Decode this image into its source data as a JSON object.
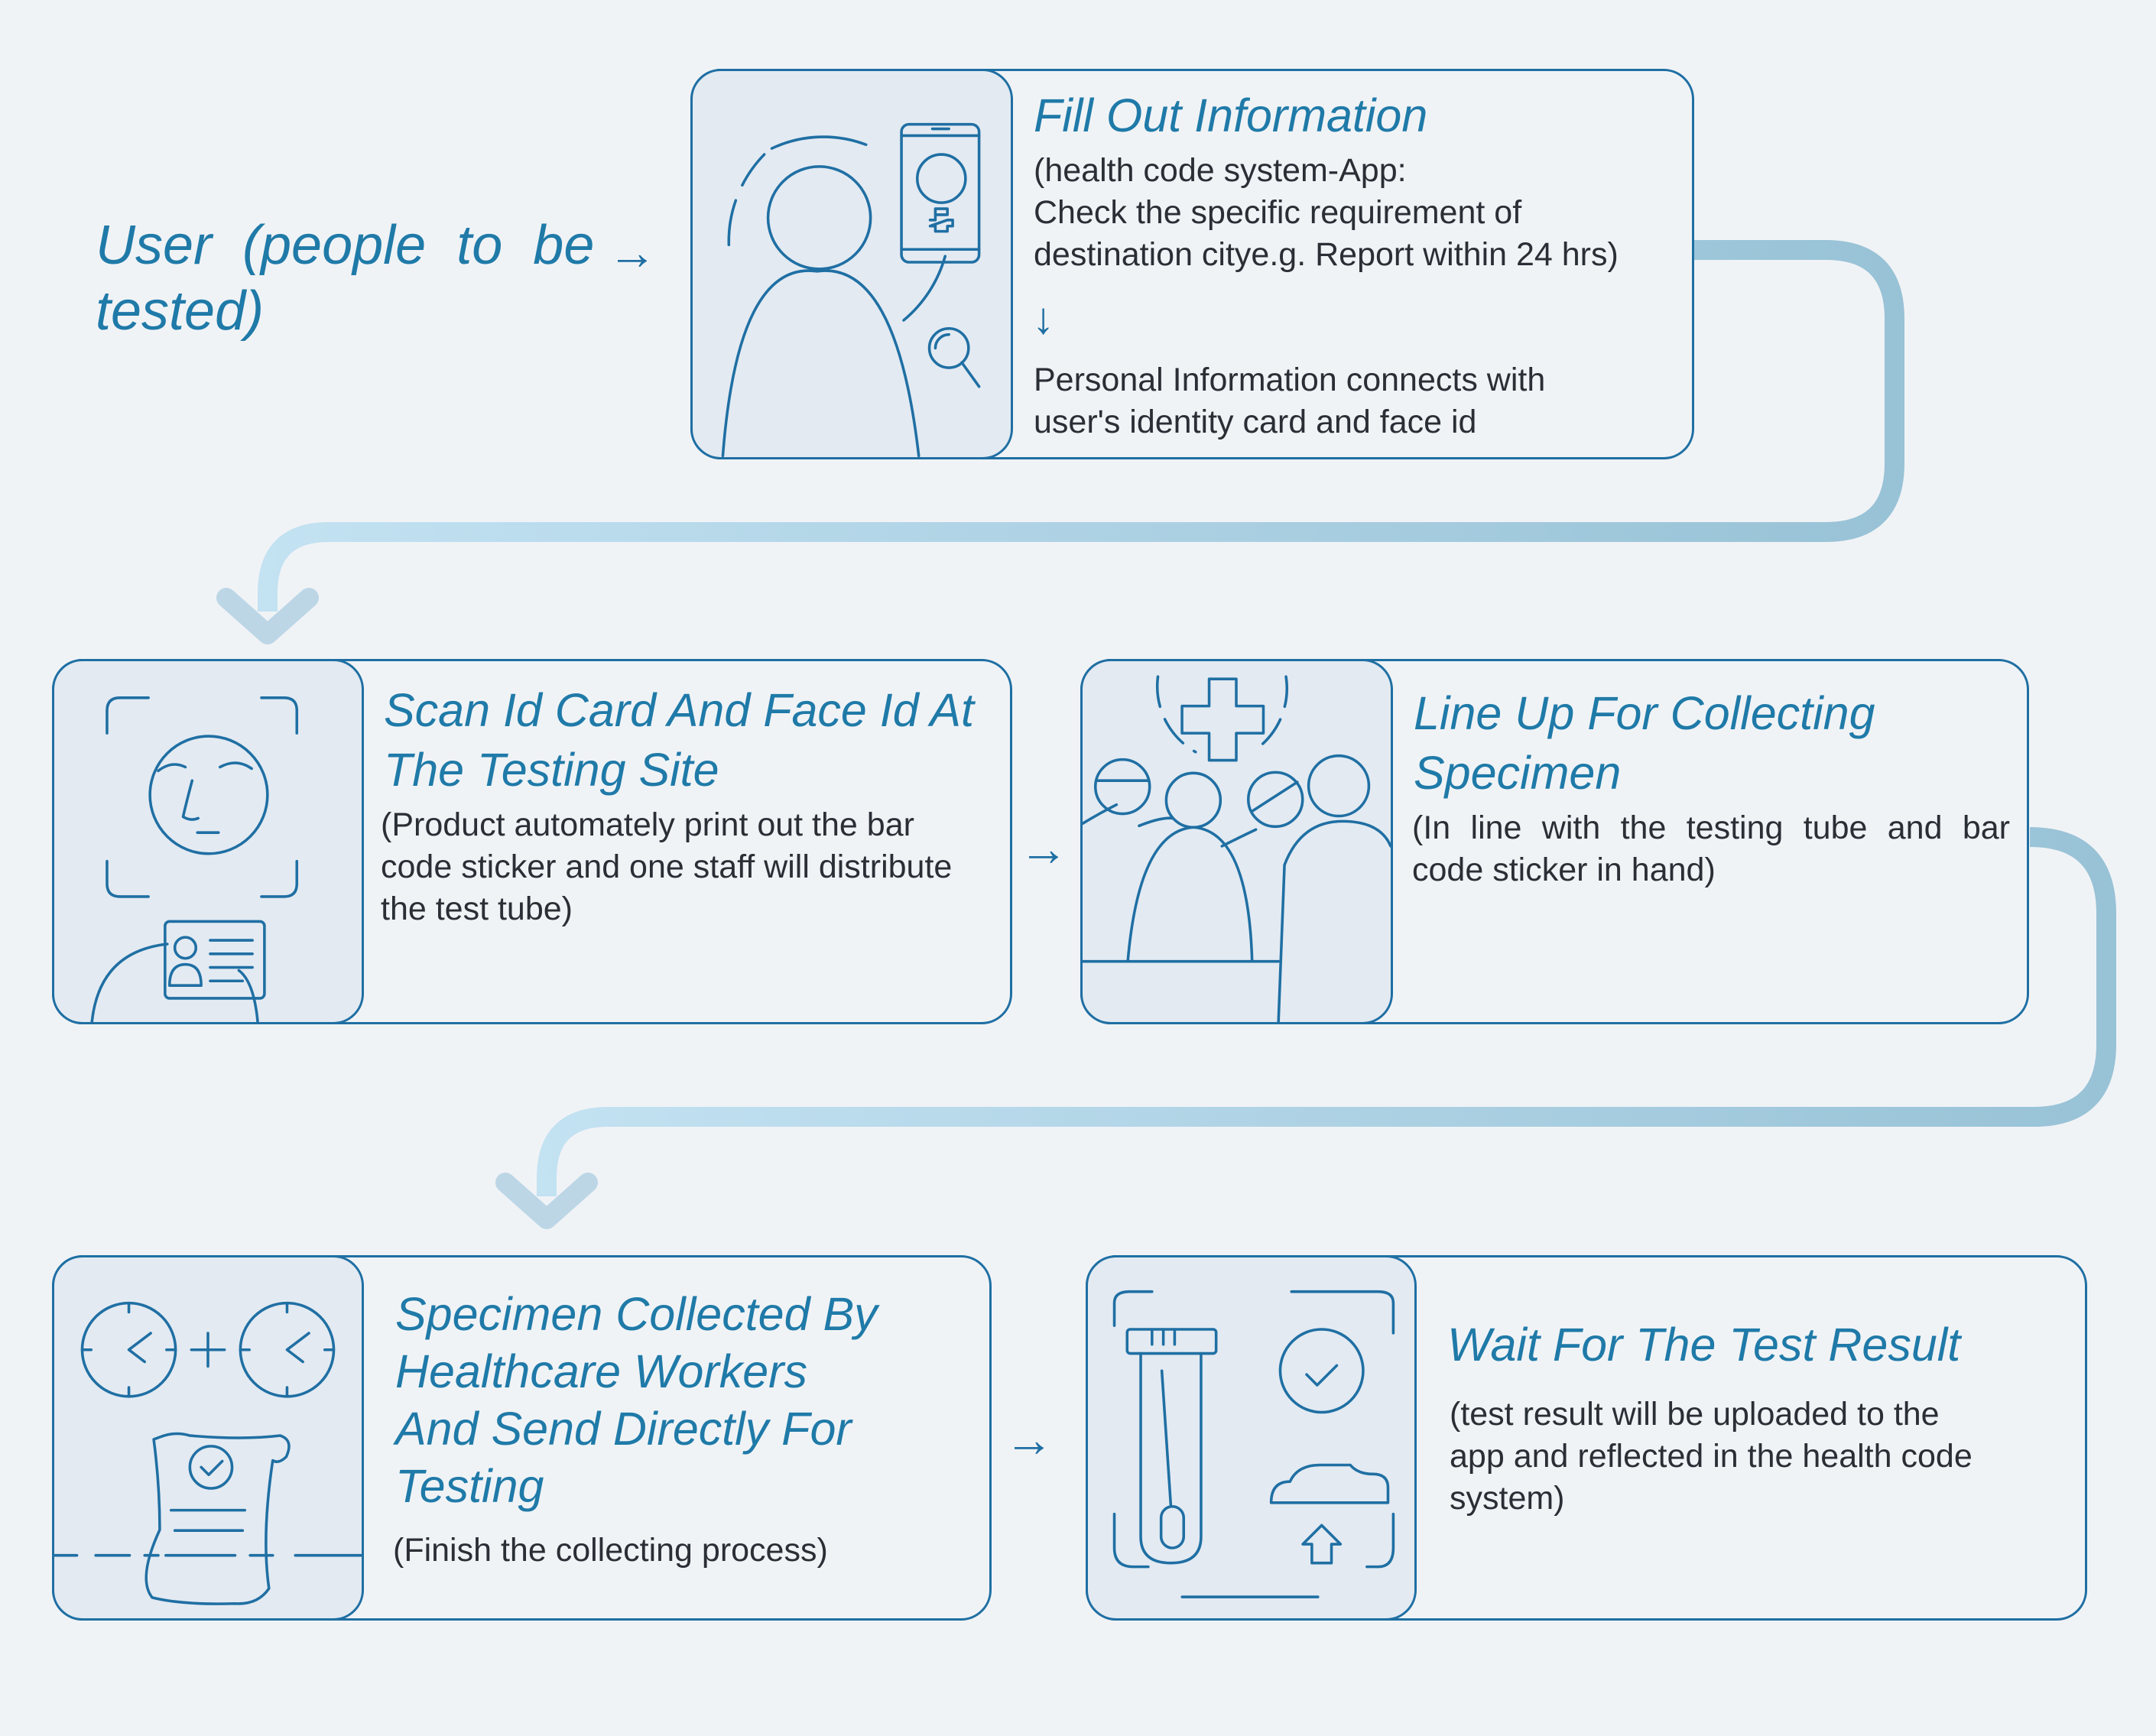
{
  "user": {
    "label_line1": "User  (people  to  be",
    "label_line2": "tested)",
    "arrow": "→"
  },
  "steps": [
    {
      "title": "Fill Out Information",
      "desc_line1": "(health code system-App:",
      "desc_line2": "Check the specific requirement of",
      "desc_line3": "destination citye.g. Report within 24 hrs)",
      "sub_arrow": "↓",
      "desc_line4": "Personal Information connects with",
      "desc_line5": "user's identity card and face id",
      "icon": "person-phone-icon"
    },
    {
      "title_line1": "Scan Id Card And Face Id At",
      "title_line2": "The Testing Site",
      "desc_line1": "(Product automately print out the bar",
      "desc_line2": "code sticker and one staff will distribute",
      "desc_line3": "the test tube)",
      "icon": "face-scan-id-card-icon"
    },
    {
      "title_line1": "Line Up For Collecting",
      "title_line2": "Specimen",
      "desc_line1": "(In line with the testing tube and bar",
      "desc_line2": "code sticker in hand)",
      "icon": "queue-people-medical-icon"
    },
    {
      "title_line1": "Specimen Collected By",
      "title_line2": "Healthcare Workers",
      "title_line3": "And Send Directly For",
      "title_line4": "Testing",
      "desc_line1": "(Finish the collecting process)",
      "icon": "clocks-document-icon"
    },
    {
      "title": "Wait For The Test Result",
      "desc_line1": "(test result will be uploaded to the",
      "desc_line2": "app and reflected in the health code",
      "desc_line3": "system)",
      "icon": "test-tube-upload-icon"
    }
  ],
  "connectors": {
    "arrow_2_3": "→",
    "arrow_4_5": "→"
  },
  "colors": {
    "accent": "#1f6fa3",
    "title": "#1f7aa8",
    "flow_light": "#c3e2f2",
    "flow_dark": "#98c2d6",
    "background": "#f0f3f6",
    "panel": "#e3eaf2"
  }
}
